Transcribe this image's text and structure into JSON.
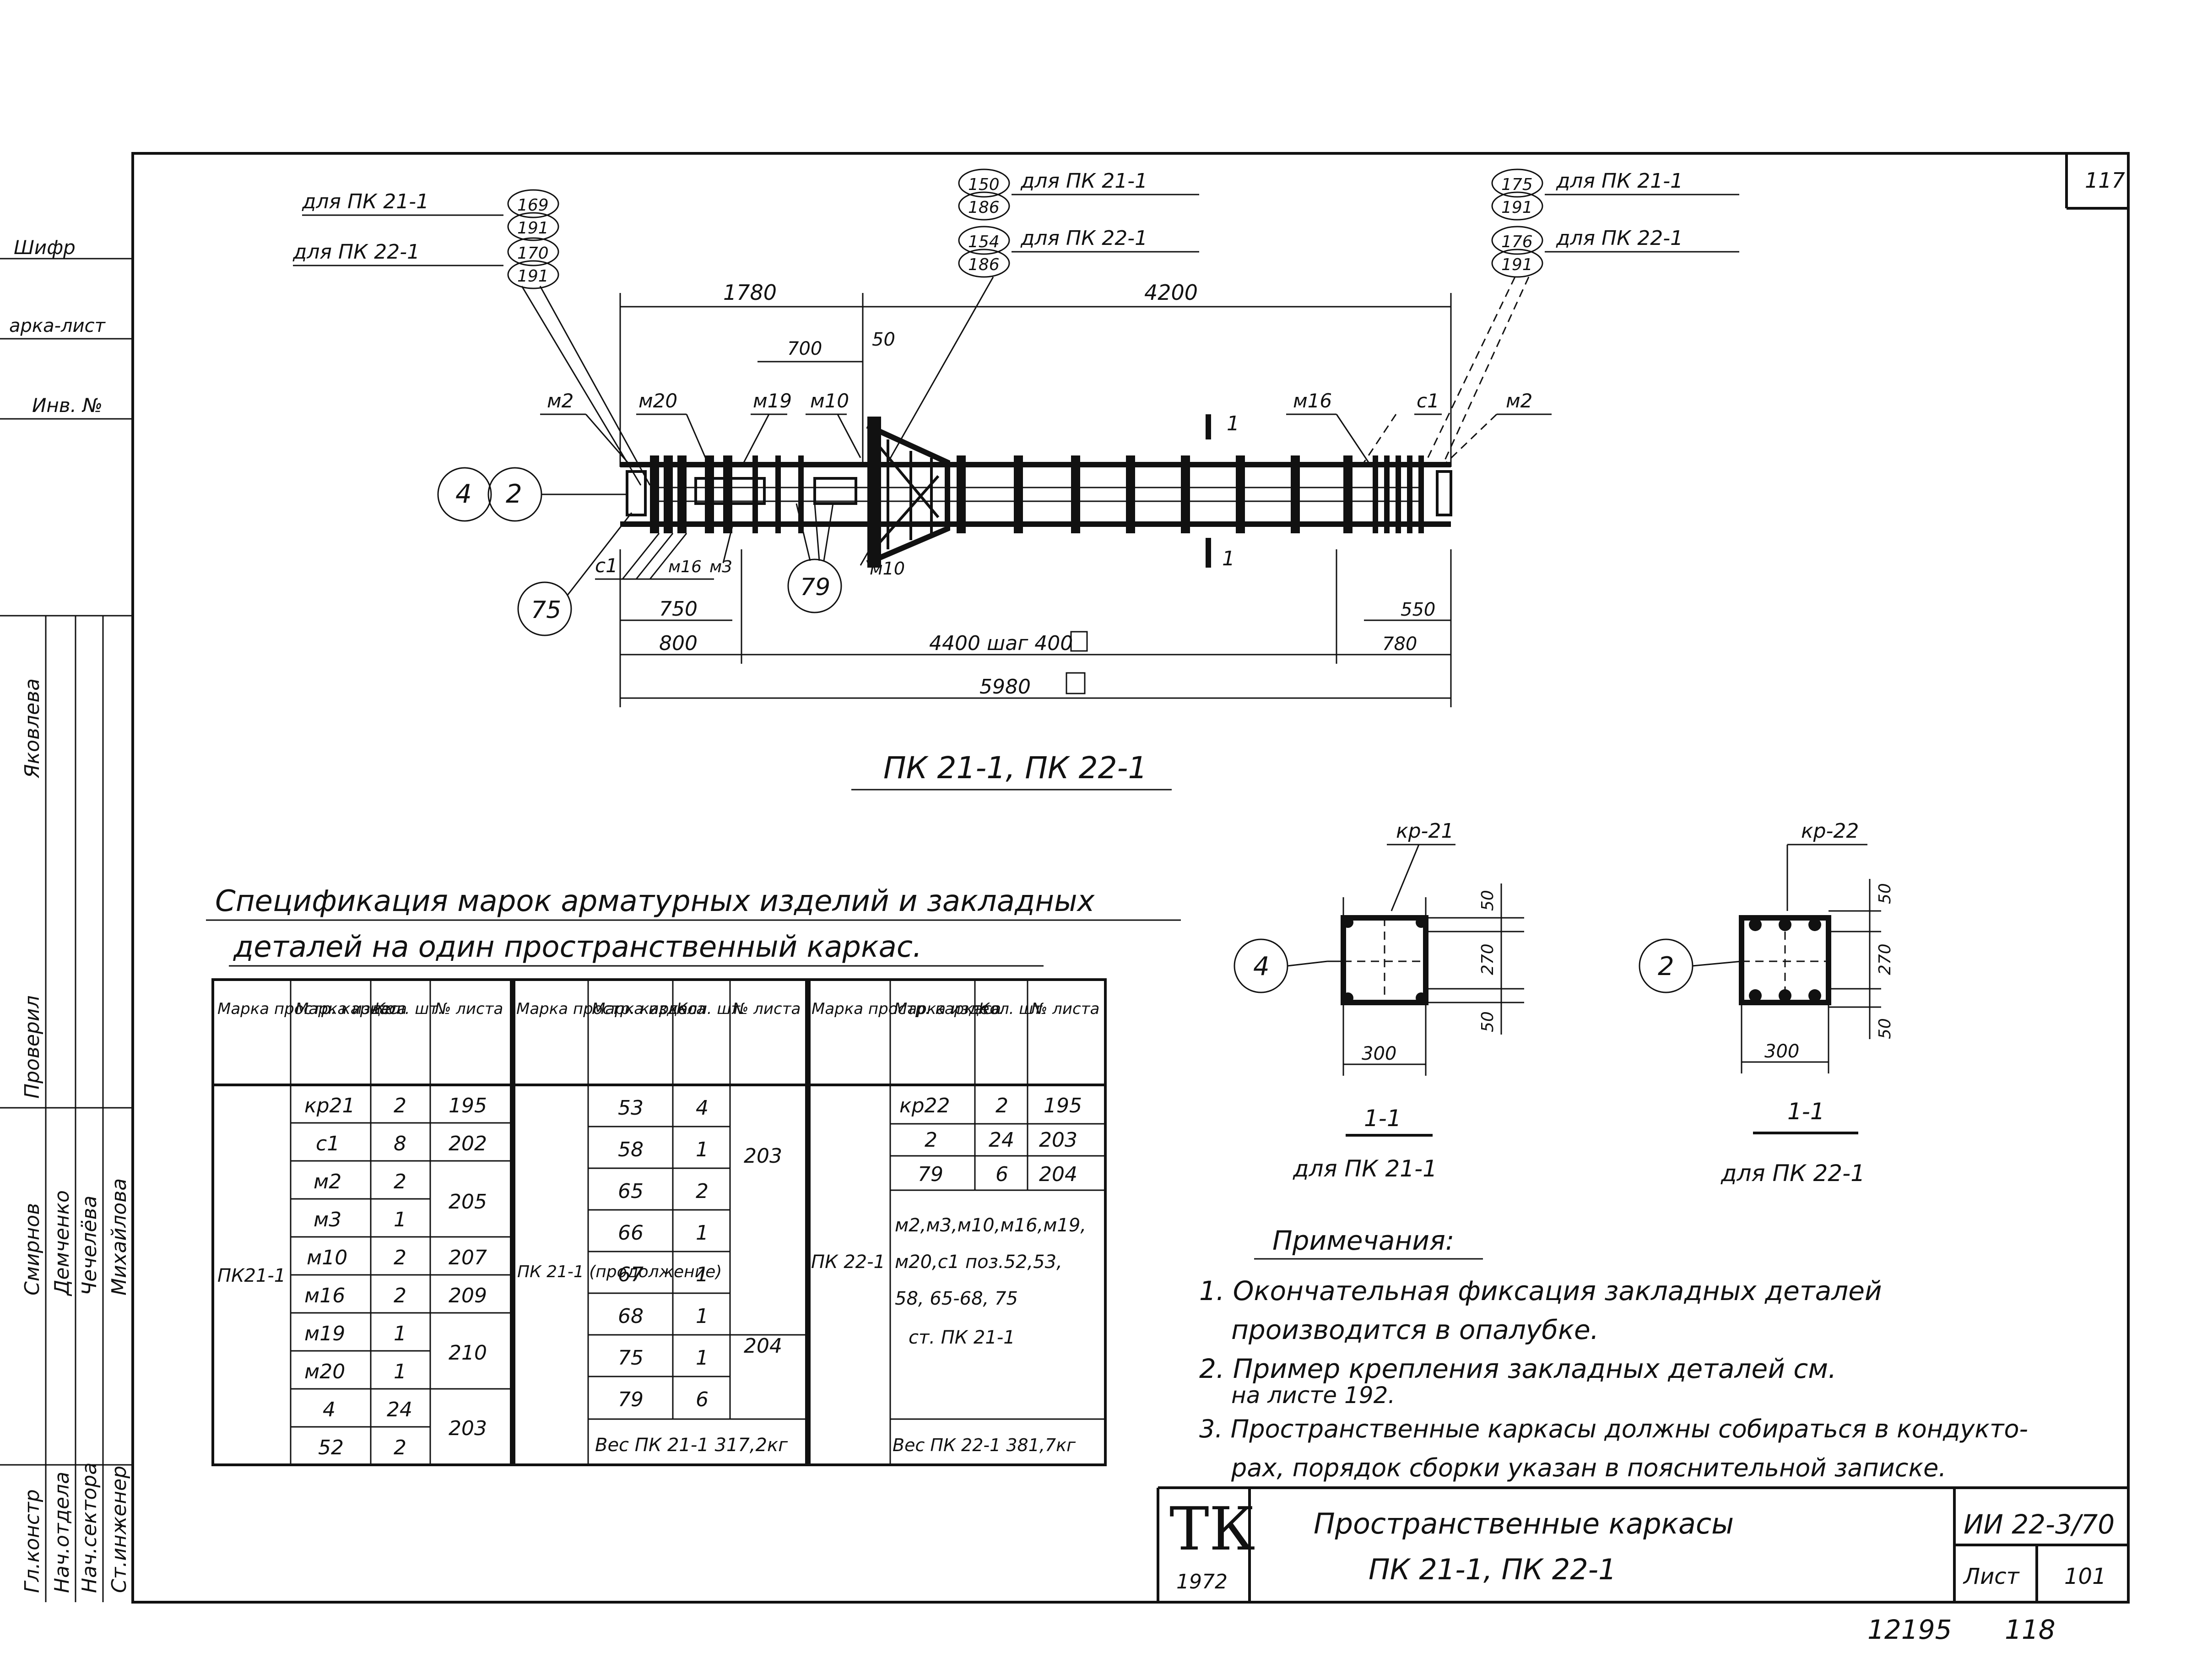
{
  "sheet_number_top": "117",
  "left_margin": {
    "labels": [
      "Шифр",
      "арка-лист",
      "Инв. №"
    ],
    "approvals": [
      {
        "role": "Гл.констр",
        "name": "Смирнов"
      },
      {
        "role": "Нач.отдела",
        "name": "Демченко"
      },
      {
        "role": "Нач.сектора",
        "name": "Чечелёва"
      },
      {
        "role": "Ст.инженер",
        "name": "Михайлова"
      }
    ],
    "checked_label": "Проверил",
    "checked_name": "Яковлева"
  },
  "main_view": {
    "callouts": [
      {
        "label": "для ПК 21-1",
        "top": "169",
        "bottom": "191"
      },
      {
        "label": "для ПК 22-1",
        "top": "170",
        "bottom": "191"
      },
      {
        "label": "для ПК 21-1",
        "top": "150",
        "bottom": "186"
      },
      {
        "label": "для ПК 22-1",
        "top": "154",
        "bottom": "186"
      },
      {
        "label": "для ПК 21-1",
        "top": "175",
        "bottom": "191"
      },
      {
        "label": "для ПК 22-1",
        "top": "176",
        "bottom": "191"
      }
    ],
    "marks": {
      "m2_left": "м2",
      "m20": "м20",
      "m19": "м19",
      "m10_top": "м10",
      "m16_top": "м16",
      "c1_top": "с1",
      "m2_right": "м2",
      "c1_bottom": "с1",
      "m16_bottom": "м16",
      "m3": "м3",
      "m10_bottom": "м10"
    },
    "circles": {
      "c4": "4",
      "c2": "2",
      "c75": "75",
      "c79": "79"
    },
    "section_mark": "1",
    "dims": {
      "d1780": "1780",
      "d4200": "4200",
      "d700": "700",
      "d50": "50",
      "d750": "750",
      "d800": "800",
      "d4400": "4400 шаг 400",
      "d550": "550",
      "d780": "780",
      "d5980": "5980"
    },
    "title": "ПК 21-1, ПК 22-1"
  },
  "sections": [
    {
      "top_label": "кр-21",
      "circle": "4",
      "d50a": "50",
      "d270": "270",
      "d50b": "50",
      "d300": "300",
      "cut": "1-1",
      "caption": "для ПК 21-1"
    },
    {
      "top_label": "кр-22",
      "circle": "2",
      "d50a": "50",
      "d270": "270",
      "d50b": "50",
      "d300": "300",
      "cut": "1-1",
      "caption": "для ПК 22-1"
    }
  ],
  "spec": {
    "title_line1": "Спецификация марок арматурных изделий и закладных",
    "title_line2": "деталей на один пространственный каркас.",
    "headers": [
      "Марка простр. каркаса",
      "Марка издел.",
      "Кол. шт.",
      "№ листа"
    ],
    "block1": {
      "frame": "ПК21-1",
      "rows": [
        [
          "кр21",
          "2",
          "195"
        ],
        [
          "с1",
          "8",
          "202"
        ],
        [
          "м2",
          "2",
          "205"
        ],
        [
          "м3",
          "1",
          ""
        ],
        [
          "м10",
          "2",
          "207"
        ],
        [
          "м16",
          "2",
          "209"
        ],
        [
          "м19",
          "1",
          "210"
        ],
        [
          "м20",
          "1",
          ""
        ],
        [
          "4",
          "24",
          "203"
        ],
        [
          "52",
          "2",
          ""
        ]
      ]
    },
    "block2": {
      "frame": "ПК 21-1 (продолжение)",
      "rows": [
        [
          "53",
          "4"
        ],
        [
          "58",
          "1"
        ],
        [
          "65",
          "2"
        ],
        [
          "66",
          "1"
        ],
        [
          "67",
          "1"
        ],
        [
          "68",
          "1"
        ],
        [
          "75",
          "1"
        ],
        [
          "79",
          "6"
        ]
      ],
      "sheet_a": "203",
      "sheet_b": "204",
      "weight": "Вес ПК 21-1 317,2кг"
    },
    "block3": {
      "frame": "ПК 22-1",
      "rows": [
        [
          "кр22",
          "2",
          "195"
        ],
        [
          "2",
          "24",
          "203"
        ],
        [
          "79",
          "6",
          "204"
        ]
      ],
      "note_lines": [
        "м2,м3,м10,м16,м19,",
        "м20,с1 поз.52,53,",
        "58, 65-68, 75",
        "ст. ПК 21-1"
      ],
      "weight": "Вес ПК 22-1 381,7кг"
    }
  },
  "notes": {
    "heading": "Примечания:",
    "items": [
      "1. Окончательная фиксация закладных деталей",
      "производится в опалубке.",
      "2. Пример крепления закладных деталей см.",
      "на листе 192.",
      "3. Пространственные каркасы должны собираться в кондукто-",
      "рах, порядок сборки указан в пояснительной записке."
    ]
  },
  "title_block": {
    "logo": "ТК",
    "year": "1972",
    "title_line1": "Пространственные каркасы",
    "title_line2": "ПК 21-1, ПК 22-1",
    "code": "ИИ 22-3/70",
    "sheet_label": "Лист",
    "sheet_no": "101"
  },
  "bottom_numbers": {
    "a": "12195",
    "b": "118"
  }
}
